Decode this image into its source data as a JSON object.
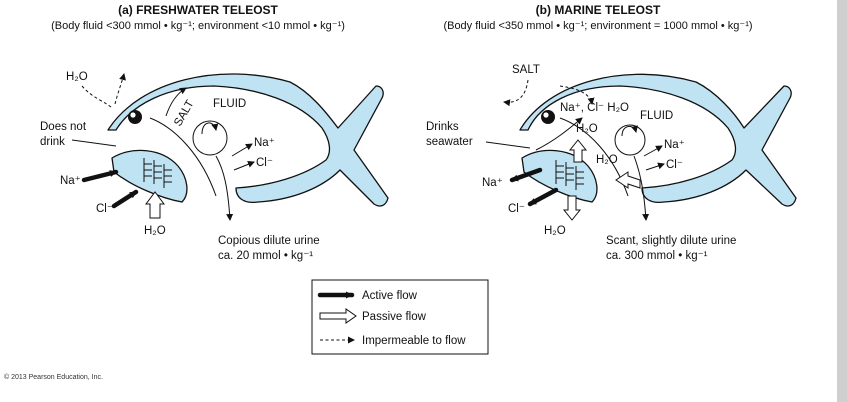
{
  "freshwater": {
    "title": "(a) FRESHWATER TELEOST",
    "subtitle": "(Body fluid <300 mmol • kg⁻¹; environment <10 mmol • kg⁻¹)",
    "h2o_top": "H₂O",
    "salt": "SALT",
    "fluid": "FLUID",
    "na_out": "Na⁺",
    "cl_out": "Cl⁻",
    "does_not_drink_1": "Does not",
    "does_not_drink_2": "drink",
    "na_in": "Na⁺",
    "cl_in": "Cl⁻",
    "h2o_gill": "H₂O",
    "urine_1": "Copious dilute urine",
    "urine_2": "ca. 20 mmol • kg⁻¹"
  },
  "marine": {
    "title": "(b) MARINE TELEOST",
    "subtitle": "(Body fluid <350 mmol • kg⁻¹; environment = 1000 mmol • kg⁻¹)",
    "salt": "SALT",
    "na_cl_h2o": "Na⁺, Cl⁻ H₂O",
    "fluid": "FLUID",
    "h2o_gut": "H₂O",
    "h2o_kidney": "H₂O",
    "na_out": "Na⁺",
    "cl_out": "Cl⁻",
    "drinks_1": "Drinks",
    "drinks_2": "seawater",
    "na_gill": "Na⁺",
    "cl_gill": "Cl⁻",
    "h2o_gill": "H₂O",
    "urine_1": "Scant, slightly dilute urine",
    "urine_2": "ca. 300 mmol • kg⁻¹"
  },
  "legend": {
    "active": "Active flow",
    "passive": "Passive flow",
    "impermeable": "Impermeable to flow"
  },
  "copyright": "© 2013 Pearson Education, Inc.",
  "colors": {
    "body_fluid": "#bfe3f3",
    "ink": "#111111",
    "background": "#ffffff"
  }
}
